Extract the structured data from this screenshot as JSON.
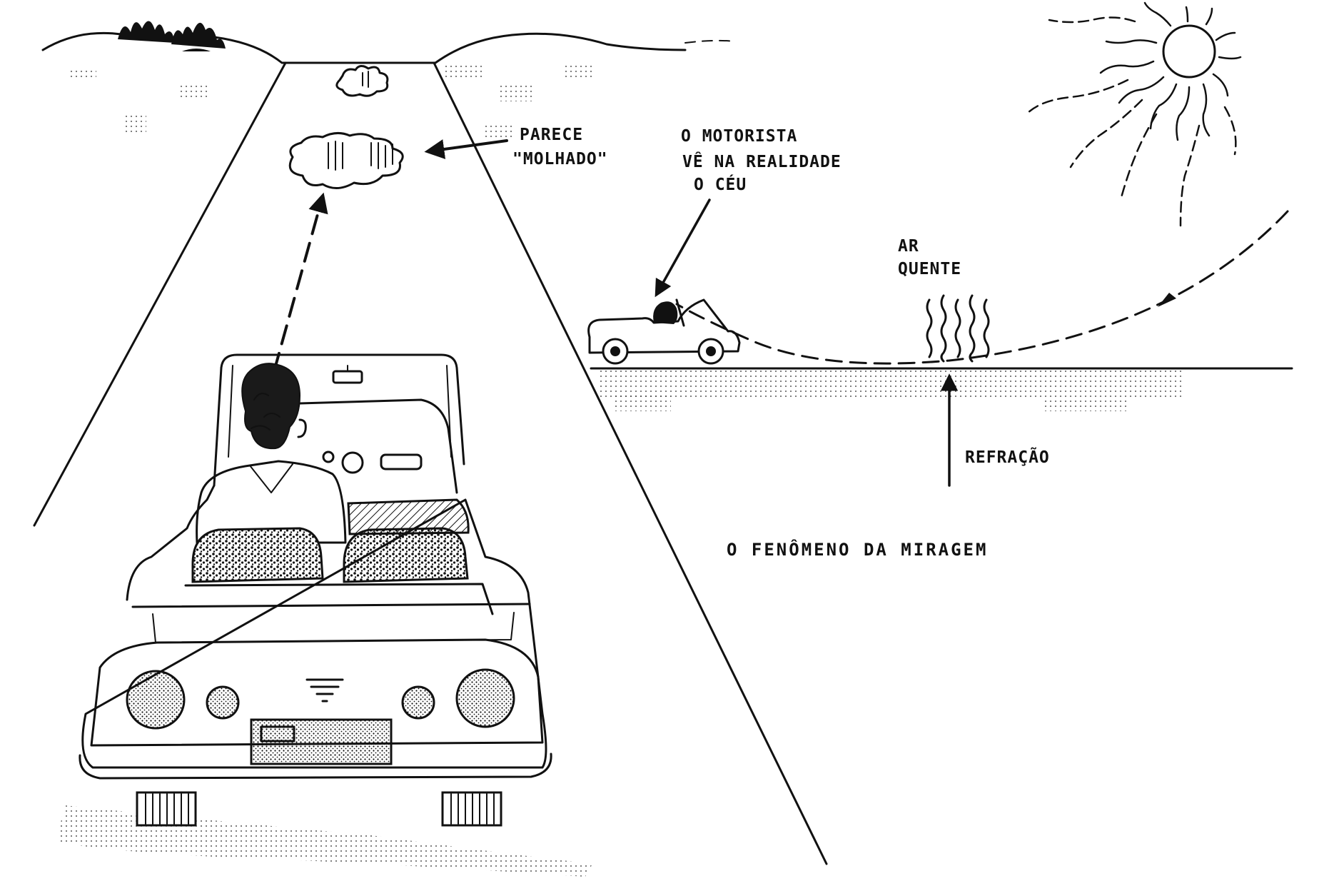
{
  "labels": {
    "parece_line1": "PARECE",
    "parece_line2": "\"MOLHADO\"",
    "motorista_line1": "O MOTORISTA",
    "motorista_line2": "VÊ NA REALIDADE",
    "motorista_line3": "O CÉU",
    "ar_quente_line1": "AR",
    "ar_quente_line2": "QUENTE",
    "refracao": "REFRAÇÃO",
    "caption": "O FENÔMENO DA MIRAGEM"
  }
}
